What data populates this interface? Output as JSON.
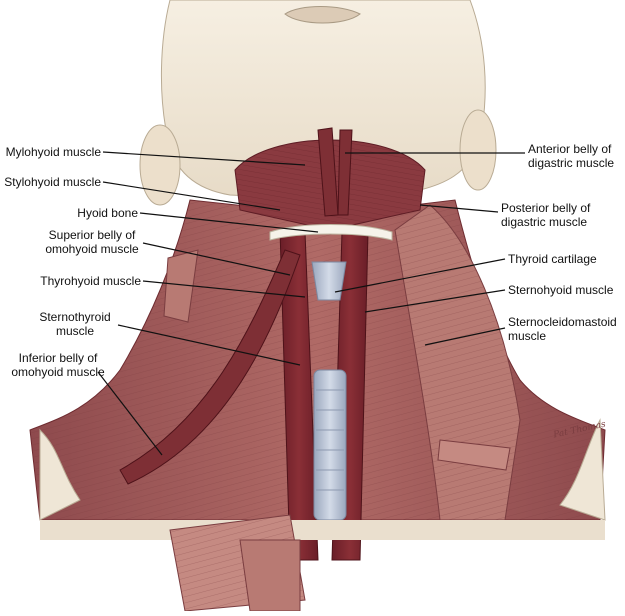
{
  "colors": {
    "skin": "#efe6d6",
    "skin_shadow": "#d9ccb6",
    "muscle": "#9e5a5a",
    "muscle_dark": "#7e2f35",
    "muscle_deep": "#6a1e28",
    "cartilage": "#b9c3d6",
    "bone": "#f3f0e6",
    "cut_edge": "#e9dccd"
  },
  "labels_left": {
    "mylohyoid": "Mylohyoid muscle",
    "stylohyoid": "Stylohyoid muscle",
    "hyoid": "Hyoid bone",
    "superior_omohyoid": "Superior belly of\nomohyoid muscle",
    "thyrohyoid": "Thyrohyoid muscle",
    "sternothyroid": "Sternothyroid\nmuscle",
    "inferior_omohyoid": "Inferior belly of\nomohyoid muscle"
  },
  "labels_right": {
    "anterior_digastric": "Anterior belly of\ndigastric muscle",
    "posterior_digastric": "Posterior belly of\ndigastric muscle",
    "thyroid_cartilage": "Thyroid cartilage",
    "sternohyoid": "Sternohyoid muscle",
    "sternocleidomastoid": "Sternocleidomastoid\nmuscle"
  },
  "signature": "Pat Thomas"
}
